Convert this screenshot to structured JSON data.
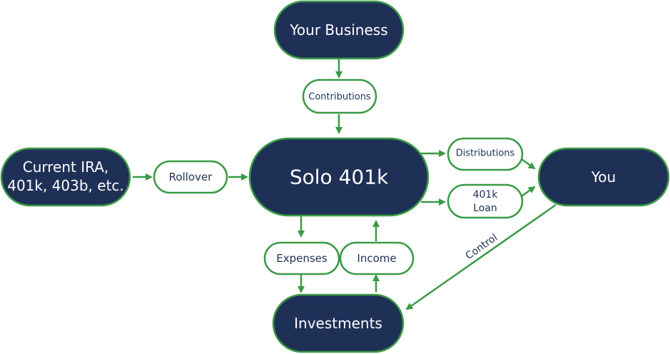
{
  "diagram": {
    "nodes": {
      "your_business": "Your Business",
      "solo_401k": "Solo 401k",
      "current_ira": [
        "Current IRA,",
        "401k, 403b, etc."
      ],
      "you": "You",
      "investments": "Investments"
    },
    "labels": {
      "contributions": "Contributions",
      "rollover": "Rollover",
      "distributions": "Distributions",
      "loan": [
        "401k",
        "Loan"
      ],
      "expenses": "Expenses",
      "income": "Income",
      "control": "Control"
    },
    "colors": {
      "node_fill": "#1f3057",
      "accent_green": "#3a9a45",
      "label_fill": "#ffffff"
    }
  }
}
